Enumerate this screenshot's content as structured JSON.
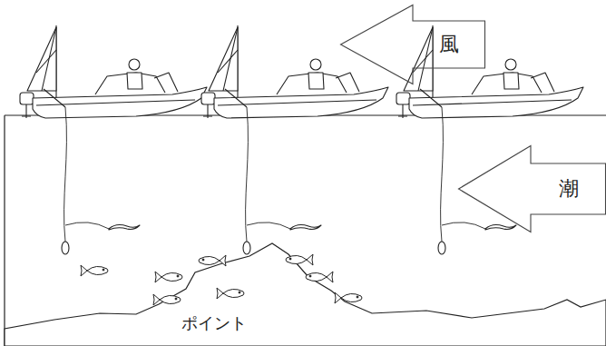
{
  "diagram": {
    "nodes": [
      {
        "text": [
          "風"
        ]
      },
      {
        "text": [
          "潮"
        ]
      }
    ],
    "labels": [
      "ポイント"
    ]
  }
}
